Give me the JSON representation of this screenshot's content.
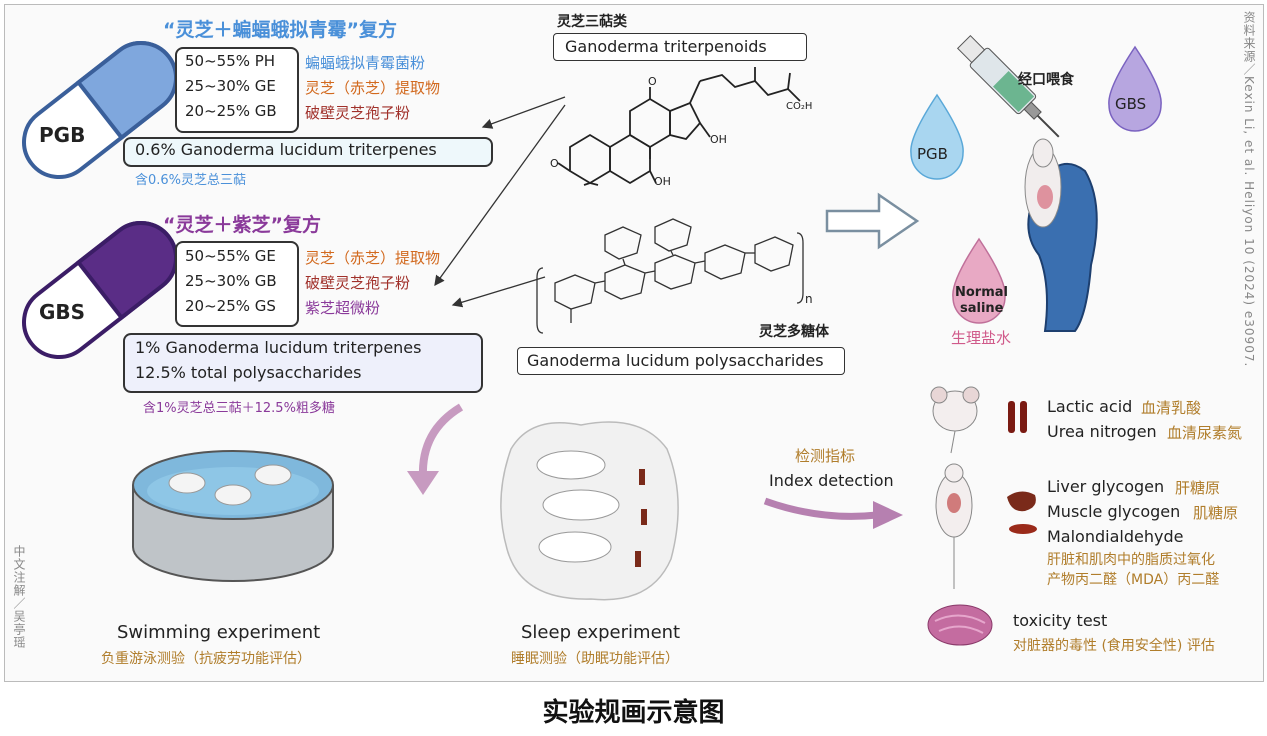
{
  "caption": "实验规画示意图",
  "credit_source": "资料来源／Kexin Li, et al. Heliyon 10 (2024) e30907.",
  "credit_annotation": "中文注解／吴亭瑶",
  "pgb": {
    "capsule_label": "PGB",
    "title": "“灵芝＋蝙蝠蛾拟青霉”复方",
    "rows": [
      {
        "en": "50~55% PH",
        "zh": "蝙蝠蛾拟青霉菌粉"
      },
      {
        "en": "25~30% GE",
        "zh": "灵芝（赤芝）提取物"
      },
      {
        "en": "20~25% GB",
        "zh": "破壁灵芝孢子粉"
      }
    ],
    "content_en": "0.6% Ganoderma lucidum triterpenes",
    "content_zh": "含0.6%灵芝总三萜"
  },
  "gbs": {
    "capsule_label": "GBS",
    "title": "“灵芝＋紫芝”复方",
    "rows": [
      {
        "en": "50~55% GE",
        "zh": "灵芝（赤芝）提取物"
      },
      {
        "en": "25~30% GB",
        "zh": "破壁灵芝孢子粉"
      },
      {
        "en": "20~25% GS",
        "zh": "紫芝超微粉"
      }
    ],
    "content_en_1": "1% Ganoderma lucidum triterpenes",
    "content_en_2": "12.5% total polysaccharides",
    "content_zh": "含1%灵芝总三萜＋12.5%粗多糖"
  },
  "triterpenoids": {
    "zh": "灵芝三萜类",
    "en": "Ganoderma triterpenoids"
  },
  "polysaccharides": {
    "zh": "灵芝多糖体",
    "en": "Ganoderma lucidum polysaccharides"
  },
  "chem": {
    "oh1": "OH",
    "oh2": "OH",
    "co2h": "CO₂H",
    "o": "O",
    "n": "n"
  },
  "gavage": {
    "zh": "经口喂食",
    "drop_pgb": "PGB",
    "drop_gbs": "GBS",
    "drop_saline_1": "Normal",
    "drop_saline_2": "saline",
    "saline_zh": "生理盐水"
  },
  "swimming": {
    "en": "Swimming experiment",
    "zh": "负重游泳测验（抗疲劳功能评估）"
  },
  "sleep": {
    "en": "Sleep  experiment",
    "zh": "睡眠测验（助眠功能评估）"
  },
  "index": {
    "zh": "检测指标",
    "en": "Index detection"
  },
  "indicators": {
    "lactic": {
      "en": "Lactic acid",
      "zh": "血清乳酸"
    },
    "urea": {
      "en": "Urea nitrogen",
      "zh": "血清尿素氮"
    },
    "liver": {
      "en": "Liver glycogen",
      "zh": "肝糖原"
    },
    "muscle": {
      "en": "Muscle glycogen",
      "zh": "肌糖原"
    },
    "mda": {
      "en": "Malondialdehyde",
      "zh1": "肝脏和肌肉中的脂质过氧化",
      "zh2": "产物丙二醛（MDA）丙二醛"
    },
    "tox": {
      "en": "toxicity test",
      "zh": "对脏器的毒性 (食用安全性) 评估"
    }
  },
  "colors": {
    "pgb": "#5b8fd6",
    "gbs": "#5a2d86",
    "accent_pink": "#c77fb0",
    "brown": "#b07d2b"
  }
}
